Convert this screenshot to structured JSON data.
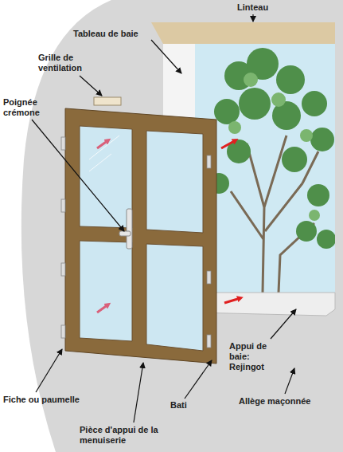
{
  "diagram": {
    "labels": [
      "Linteau",
      "Tableau de baie",
      "Grille de ventilation",
      "Poignée crémone",
      "Appui de baie: Rejingot",
      "Allège maçonnée",
      "Bati",
      "Pièce d'appui de la menuiserie",
      "Fiche ou paumelle"
    ]
  }
}
